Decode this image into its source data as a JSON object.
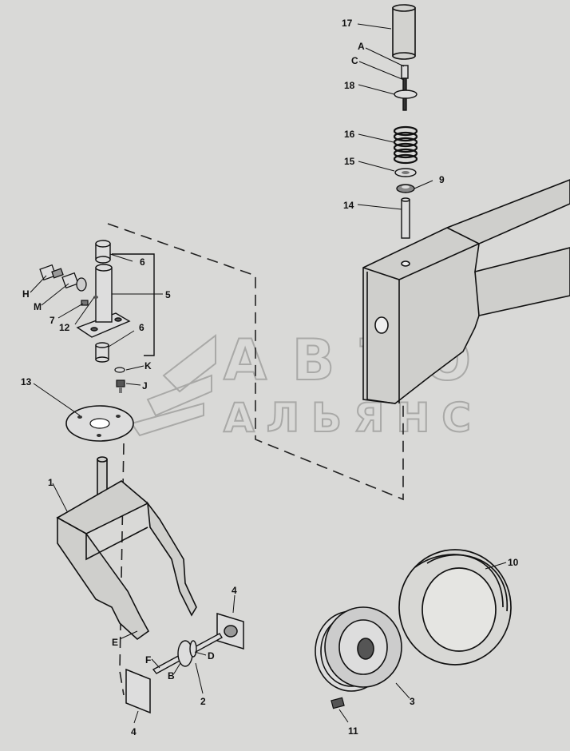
{
  "watermark": {
    "line1": "АВТО",
    "line2": "АЛЬЯНС"
  },
  "labels": {
    "p17": "17",
    "pA": "A",
    "pC": "C",
    "p18": "18",
    "p16": "16",
    "p15": "15",
    "p9": "9",
    "p14": "14",
    "p6a": "6",
    "p5": "5",
    "p6b": "6",
    "pH": "H",
    "pM": "M",
    "p7": "7",
    "p12": "12",
    "pK": "K",
    "pJ": "J",
    "p13": "13",
    "p1": "1",
    "pE": "E",
    "p4a": "4",
    "pF": "F",
    "pD": "D",
    "pB": "B",
    "p2": "2",
    "p4b": "4",
    "p10": "10",
    "p3": "3",
    "p11": "11"
  }
}
